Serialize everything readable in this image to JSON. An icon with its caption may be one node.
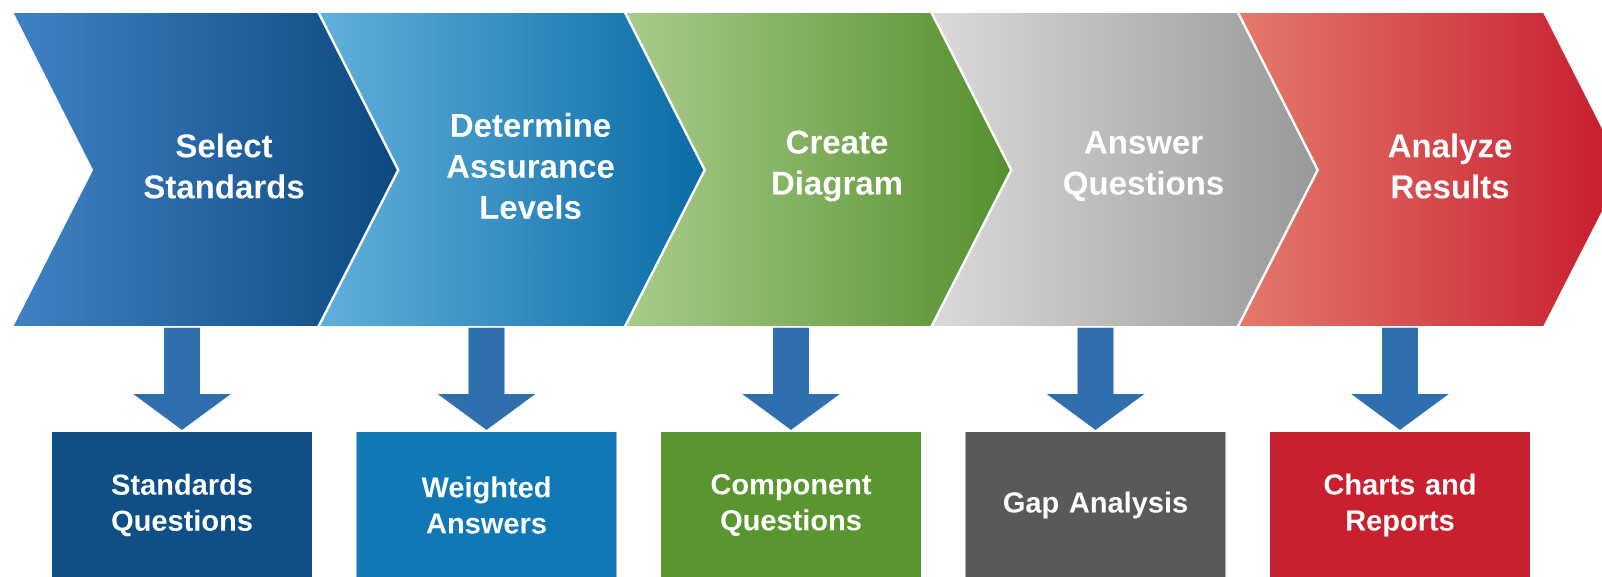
{
  "diagram": {
    "nodes": [
      {
        "text": [
          "Select Standards"
        ]
      },
      {
        "text": [
          "Determine Assurance Levels"
        ]
      },
      {
        "text": [
          "Create Diagram"
        ]
      },
      {
        "text": [
          "Answer Questions"
        ]
      },
      {
        "text": [
          "Analyze Results"
        ]
      },
      {
        "text": [
          "Standards Questions"
        ]
      },
      {
        "text": [
          "Weighted Answers"
        ]
      },
      {
        "text": [
          "Component Questions"
        ]
      },
      {
        "text": [
          "Gap Analysis"
        ]
      },
      {
        "text": [
          "Charts and Reports"
        ]
      }
    ],
    "edges": [
      {
        "from": 0,
        "to": 5,
        "arrow": "to"
      },
      {
        "from": 1,
        "to": 6,
        "arrow": "to"
      },
      {
        "from": 2,
        "to": 7,
        "arrow": "to"
      },
      {
        "from": 3,
        "to": 8,
        "arrow": "to"
      },
      {
        "from": 4,
        "to": 9,
        "arrow": "to"
      }
    ]
  }
}
